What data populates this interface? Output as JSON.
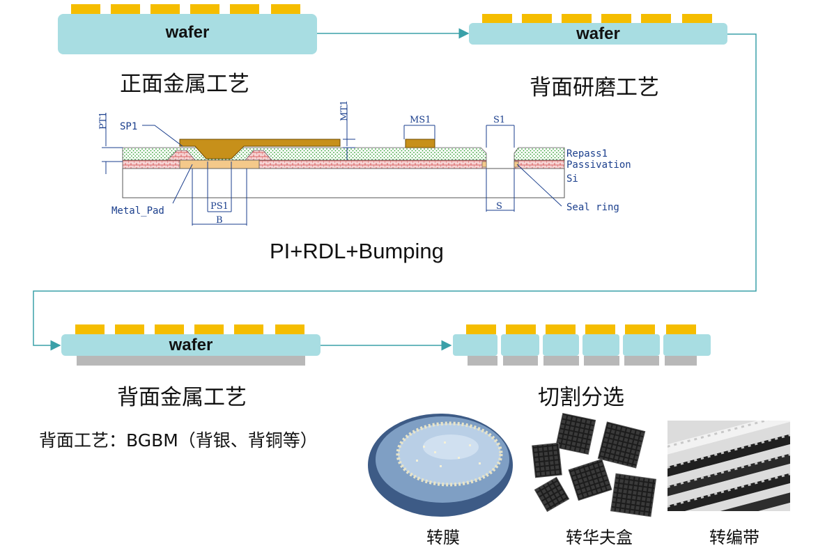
{
  "steps": {
    "front_metal": {
      "wafer_label": "wafer",
      "caption": "正面金属工艺"
    },
    "back_grinding": {
      "wafer_label": "wafer",
      "caption": "背面研磨工艺"
    },
    "back_metal": {
      "wafer_label": "wafer",
      "caption": "背面金属工艺"
    },
    "dicing": {
      "caption": "切割分选"
    }
  },
  "cross_section": {
    "title": "PI+RDL+Bumping",
    "labels": {
      "pt1": "PT1",
      "sp1": "SP1",
      "mt1": "MT1",
      "ms1": "MS1",
      "s1": "S1",
      "repass1": "Repass1",
      "passivation": "Passivation",
      "si": "Si",
      "metal_pad": "Metal_Pad",
      "ps1": "PS1",
      "b": "B",
      "s": "S",
      "seal_ring": "Seal ring"
    }
  },
  "back_process_note": "背面工艺：BGBM（背银、背铜等）",
  "packaging": [
    {
      "label": "转膜"
    },
    {
      "label": "转华夫盒"
    },
    {
      "label": "转编带"
    }
  ],
  "colors": {
    "wafer": "#a8dde2",
    "bump": "#f5bd00",
    "back_metal": "#b8b8b8",
    "flow_line": "#3aa0a8",
    "annotation": "#1a3e8c"
  }
}
